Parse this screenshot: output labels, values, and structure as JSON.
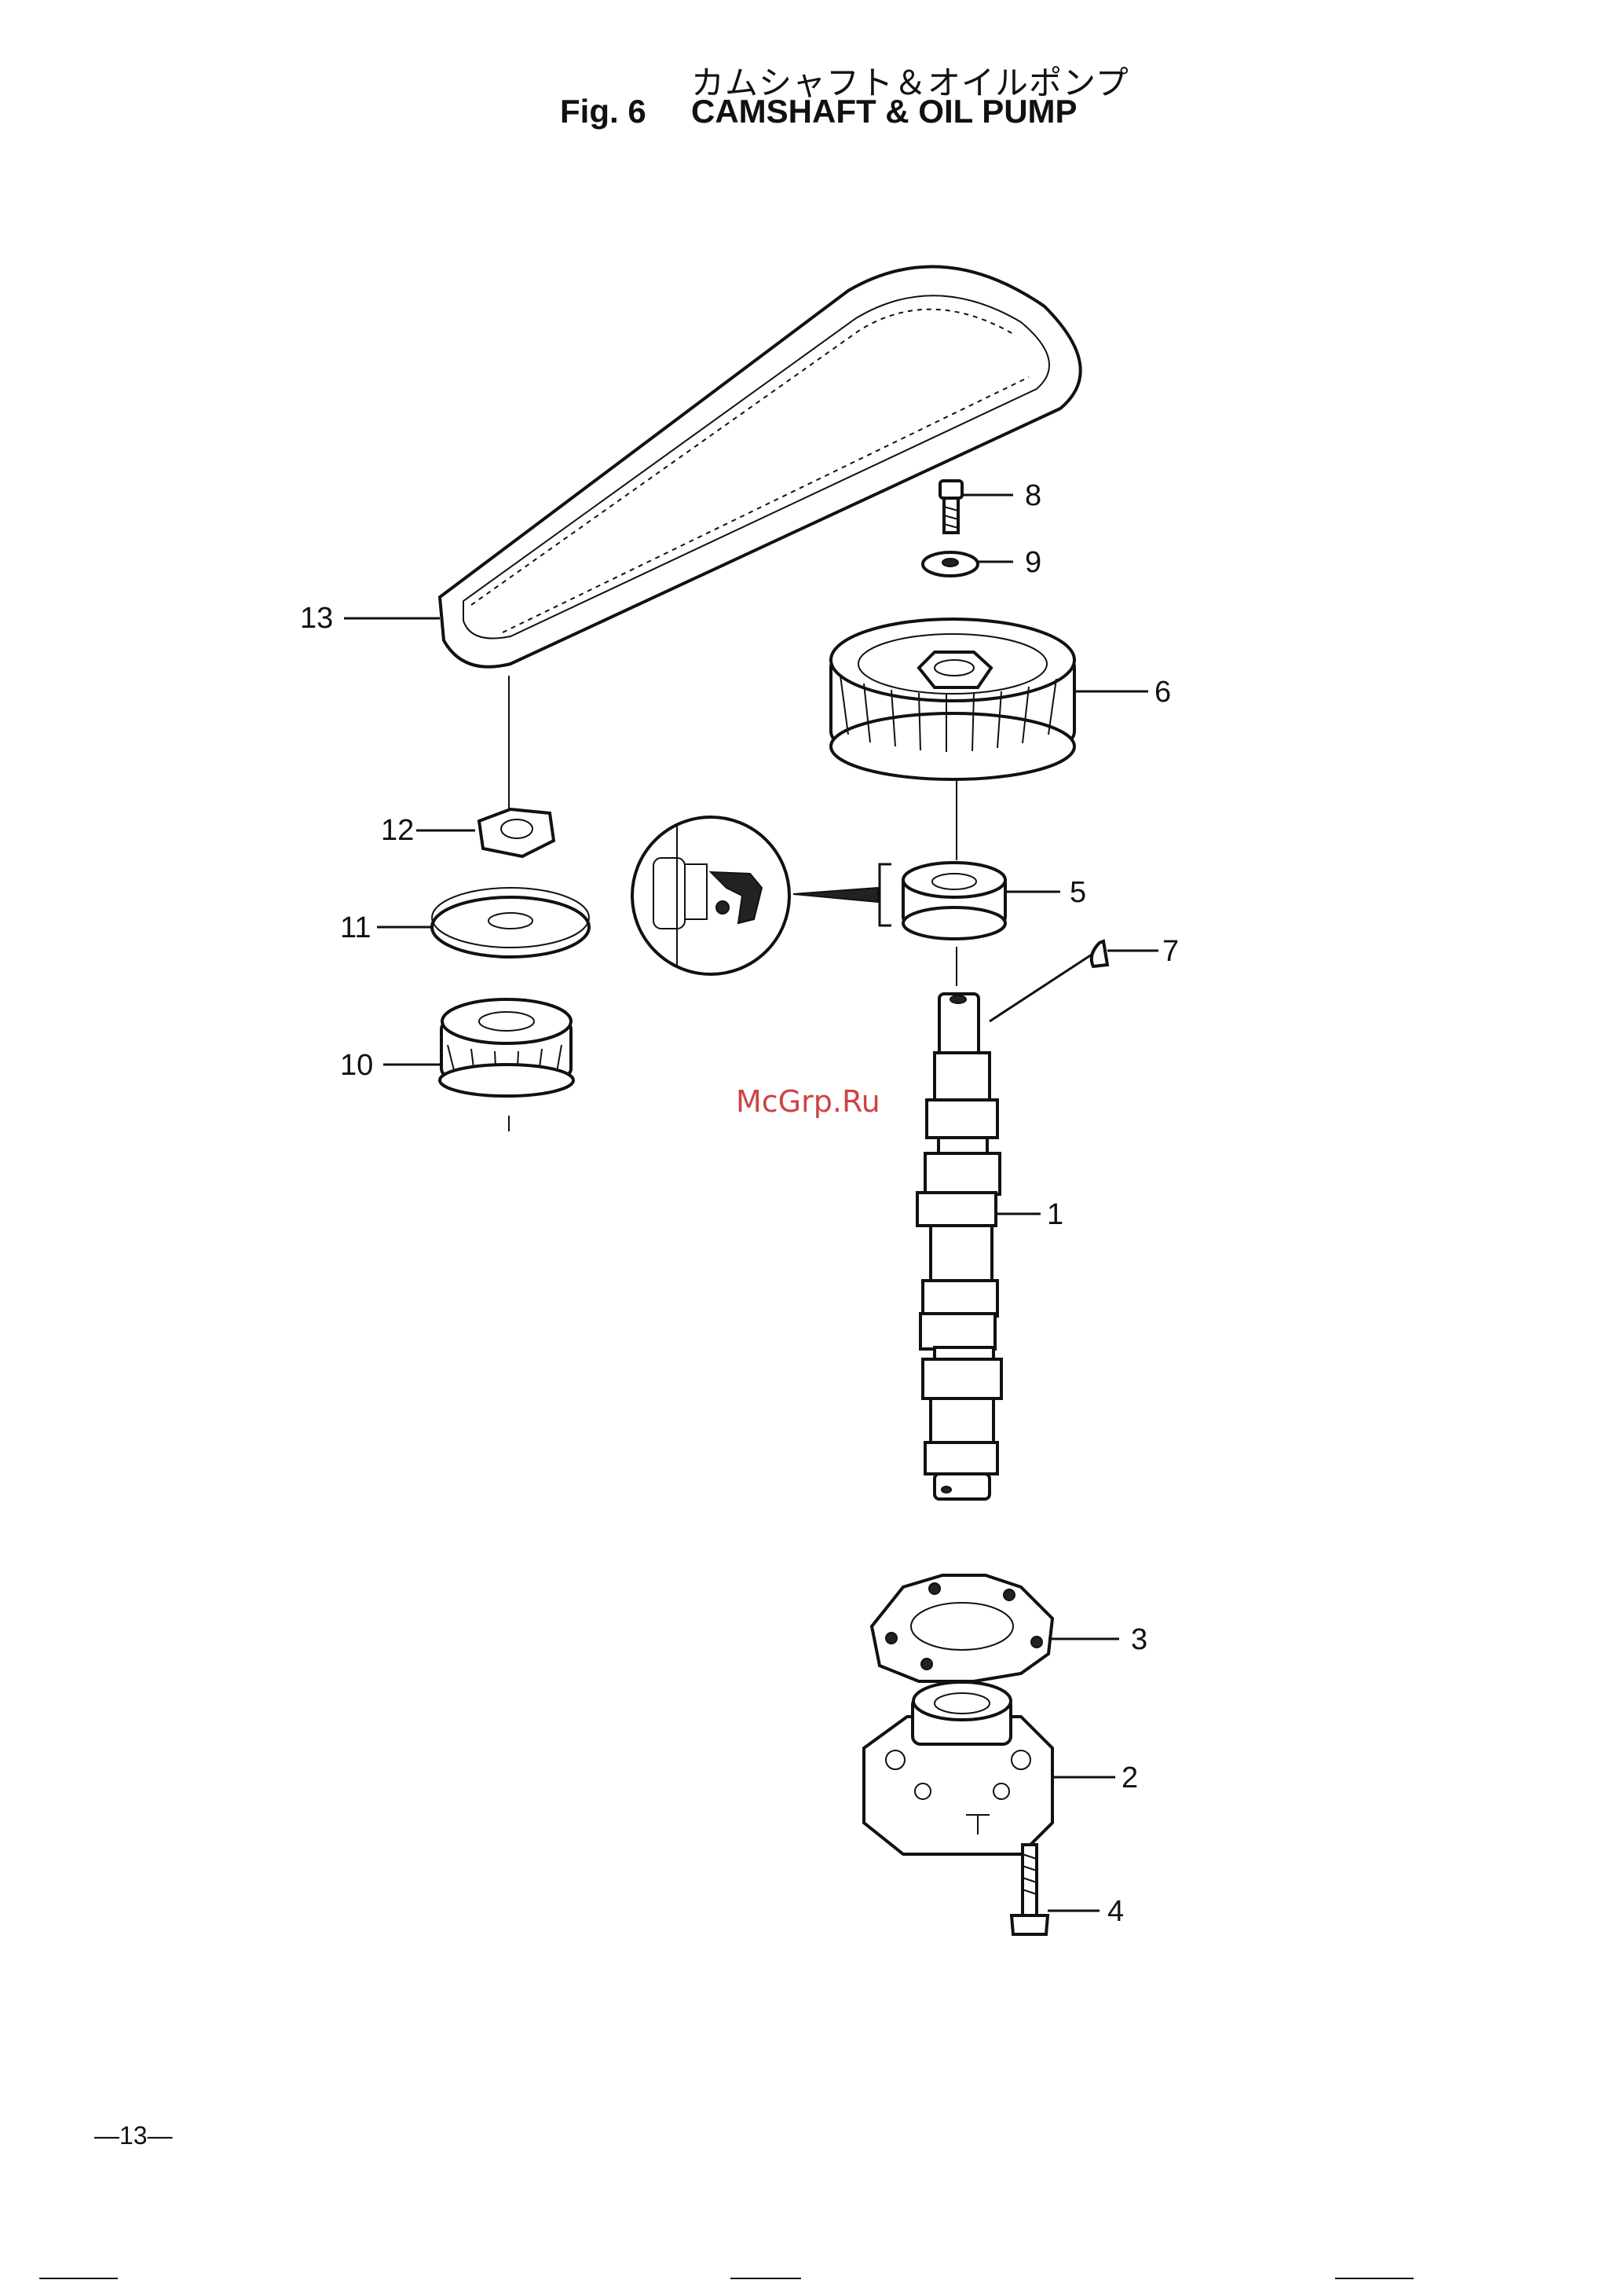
{
  "header": {
    "title_jp": "カムシャフト＆オイルポンプ",
    "fig_label": "Fig. 6",
    "title_en": "CAMSHAFT & OIL PUMP"
  },
  "callouts": {
    "c1": "1",
    "c2": "2",
    "c3": "3",
    "c4": "4",
    "c5": "5",
    "c6": "6",
    "c7": "7",
    "c8": "8",
    "c9": "9",
    "c10": "10",
    "c11": "11",
    "c12": "12",
    "c13": "13"
  },
  "watermark": "McGrp.Ru",
  "footer": {
    "page_number": "—13—"
  }
}
